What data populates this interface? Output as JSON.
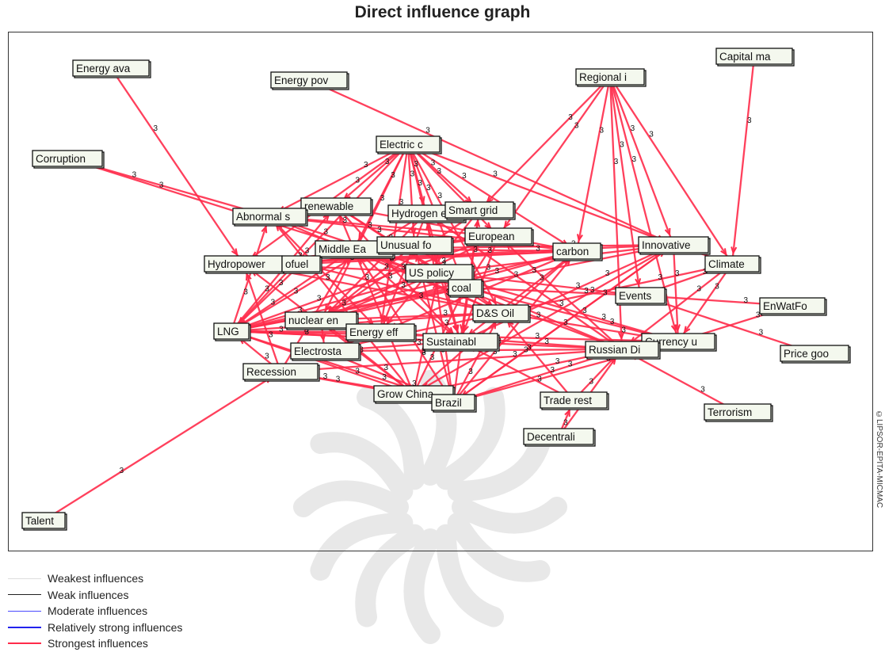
{
  "title": "Direct influence graph",
  "copyright": "©LIPSOR-EPITA-MICMAC",
  "edge_weight_label": "3",
  "colors": {
    "edge": "#ff2b4a",
    "node_fill": "#f4f8ee",
    "node_border": "#111111"
  },
  "legend": [
    {
      "label": "Weakest influences",
      "color": "#dddddd",
      "thickness": 1
    },
    {
      "label": "Weak influences",
      "color": "#222222",
      "thickness": 1
    },
    {
      "label": "Moderate influences",
      "color": "#4a4aff",
      "thickness": 1
    },
    {
      "label": "Relatively strong influences",
      "color": "#2222ee",
      "thickness": 2.5
    },
    {
      "label": "Strongest influences",
      "color": "#ff2b4a",
      "thickness": 2.5
    }
  ],
  "nodes": [
    {
      "id": "energy_ava",
      "label": "Energy ava"
    },
    {
      "id": "energy_pov",
      "label": "Energy pov"
    },
    {
      "id": "regional_i",
      "label": "Regional i"
    },
    {
      "id": "capital_ma",
      "label": "Capital ma"
    },
    {
      "id": "corruption",
      "label": "Corruption"
    },
    {
      "id": "electric_c",
      "label": "Electric c"
    },
    {
      "id": "renewable",
      "label": "renewable"
    },
    {
      "id": "abnormal_s",
      "label": "Abnormal s"
    },
    {
      "id": "hydrogen_e",
      "label": "Hydrogen e"
    },
    {
      "id": "smart_grid",
      "label": "Smart grid"
    },
    {
      "id": "european",
      "label": "European"
    },
    {
      "id": "middle_ea",
      "label": "Middle Ea"
    },
    {
      "id": "unusual_fo",
      "label": "Unusual fo"
    },
    {
      "id": "hydropower",
      "label": "Hydropower"
    },
    {
      "id": "biofuel",
      "label": "ofuel"
    },
    {
      "id": "carbon",
      "label": "carbon"
    },
    {
      "id": "innovative",
      "label": "Innovative"
    },
    {
      "id": "climate",
      "label": "Climate"
    },
    {
      "id": "us_policy",
      "label": "US policy"
    },
    {
      "id": "coal",
      "label": "coal"
    },
    {
      "id": "events",
      "label": "Events"
    },
    {
      "id": "enwatfo",
      "label": "EnWatFo"
    },
    {
      "id": "lng",
      "label": "LNG"
    },
    {
      "id": "nuclear_en",
      "label": "nuclear en"
    },
    {
      "id": "ds_oil",
      "label": "D&S Oil"
    },
    {
      "id": "energy_eff",
      "label": "Energy eff"
    },
    {
      "id": "currency_u",
      "label": "Currency u"
    },
    {
      "id": "sustainabl",
      "label": "Sustainabl"
    },
    {
      "id": "electrosta",
      "label": "Electrosta"
    },
    {
      "id": "russian_di",
      "label": "Russian Di"
    },
    {
      "id": "price_goo",
      "label": "Price goo"
    },
    {
      "id": "recession",
      "label": "Recession"
    },
    {
      "id": "trade_rest",
      "label": "Trade rest"
    },
    {
      "id": "grow_china",
      "label": "Grow China"
    },
    {
      "id": "brazil",
      "label": "Brazil"
    },
    {
      "id": "terrorism",
      "label": "Terrorism"
    },
    {
      "id": "decentrali",
      "label": "Decentrali"
    },
    {
      "id": "talent",
      "label": "Talent"
    }
  ],
  "edges": [
    [
      "energy_ava",
      "hydropower"
    ],
    [
      "energy_pov",
      "innovative"
    ],
    [
      "corruption",
      "abnormal_s"
    ],
    [
      "corruption",
      "middle_ea"
    ],
    [
      "capital_ma",
      "climate"
    ],
    [
      "regional_i",
      "innovative"
    ],
    [
      "regional_i",
      "climate"
    ],
    [
      "regional_i",
      "russian_di"
    ],
    [
      "regional_i",
      "currency_u"
    ],
    [
      "regional_i",
      "european"
    ],
    [
      "regional_i",
      "carbon"
    ],
    [
      "regional_i",
      "smart_grid"
    ],
    [
      "regional_i",
      "events"
    ],
    [
      "electric_c",
      "abnormal_s"
    ],
    [
      "electric_c",
      "renewable"
    ],
    [
      "electric_c",
      "hydrogen_e"
    ],
    [
      "electric_c",
      "smart_grid"
    ],
    [
      "electric_c",
      "european"
    ],
    [
      "electric_c",
      "middle_ea"
    ],
    [
      "electric_c",
      "unusual_fo"
    ],
    [
      "electric_c",
      "us_policy"
    ],
    [
      "electric_c",
      "coal"
    ],
    [
      "electric_c",
      "hydropower"
    ],
    [
      "electric_c",
      "lng"
    ],
    [
      "electric_c",
      "carbon"
    ],
    [
      "electric_c",
      "innovative"
    ],
    [
      "electric_c",
      "nuclear_en"
    ],
    [
      "electric_c",
      "energy_eff"
    ],
    [
      "electric_c",
      "ds_oil"
    ],
    [
      "innovative",
      "hydropower"
    ],
    [
      "innovative",
      "lng"
    ],
    [
      "innovative",
      "middle_ea"
    ],
    [
      "innovative",
      "us_policy"
    ],
    [
      "innovative",
      "sustainabl"
    ],
    [
      "innovative",
      "climate"
    ],
    [
      "innovative",
      "currency_u"
    ],
    [
      "innovative",
      "grow_china"
    ],
    [
      "innovative",
      "brazil"
    ],
    [
      "climate",
      "russian_di"
    ],
    [
      "climate",
      "currency_u"
    ],
    [
      "climate",
      "events"
    ],
    [
      "climate",
      "ds_oil"
    ],
    [
      "enwatfo",
      "events"
    ],
    [
      "enwatfo",
      "currency_u"
    ],
    [
      "price_goo",
      "events"
    ],
    [
      "terrorism",
      "russian_di"
    ],
    [
      "decentrali",
      "russian_di"
    ],
    [
      "decentrali",
      "trade_rest"
    ],
    [
      "trade_rest",
      "russian_di"
    ],
    [
      "trade_rest",
      "sustainabl"
    ],
    [
      "trade_rest",
      "ds_oil"
    ],
    [
      "russian_di",
      "lng"
    ],
    [
      "russian_di",
      "recession"
    ],
    [
      "russian_di",
      "us_policy"
    ],
    [
      "russian_di",
      "middle_ea"
    ],
    [
      "russian_di",
      "brazil"
    ],
    [
      "russian_di",
      "grow_china"
    ],
    [
      "russian_di",
      "electrosta"
    ],
    [
      "russian_di",
      "energy_eff"
    ],
    [
      "russian_di",
      "european"
    ],
    [
      "russian_di",
      "hydrogen_e"
    ],
    [
      "currency_u",
      "coal"
    ],
    [
      "currency_u",
      "us_policy"
    ],
    [
      "currency_u",
      "ds_oil"
    ],
    [
      "currency_u",
      "lng"
    ],
    [
      "currency_u",
      "brazil"
    ],
    [
      "events",
      "us_policy"
    ],
    [
      "events",
      "coal"
    ],
    [
      "talent",
      "recession"
    ],
    [
      "recession",
      "hydropower"
    ],
    [
      "recession",
      "lng"
    ],
    [
      "recession",
      "grow_china"
    ],
    [
      "recession",
      "brazil"
    ],
    [
      "recession",
      "middle_ea"
    ],
    [
      "grow_china",
      "lng"
    ],
    [
      "grow_china",
      "nuclear_en"
    ],
    [
      "grow_china",
      "renewable"
    ],
    [
      "grow_china",
      "us_policy"
    ],
    [
      "grow_china",
      "coal"
    ],
    [
      "grow_china",
      "carbon"
    ],
    [
      "grow_china",
      "hydropower"
    ],
    [
      "grow_china",
      "abnormal_s"
    ],
    [
      "brazil",
      "lng"
    ],
    [
      "brazil",
      "ds_oil"
    ],
    [
      "brazil",
      "unusual_fo"
    ],
    [
      "brazil",
      "middle_ea"
    ],
    [
      "brazil",
      "innovative"
    ],
    [
      "brazil",
      "carbon"
    ],
    [
      "brazil",
      "electrosta"
    ],
    [
      "brazil",
      "hydrogen_e"
    ],
    [
      "brazil",
      "smart_grid"
    ],
    [
      "lng",
      "abnormal_s"
    ],
    [
      "lng",
      "renewable"
    ],
    [
      "lng",
      "middle_ea"
    ],
    [
      "lng",
      "us_policy"
    ],
    [
      "lng",
      "hydrogen_e"
    ],
    [
      "lng",
      "european"
    ],
    [
      "lng",
      "coal"
    ],
    [
      "lng",
      "ds_oil"
    ],
    [
      "lng",
      "energy_eff"
    ],
    [
      "lng",
      "sustainabl"
    ],
    [
      "lng",
      "carbon"
    ],
    [
      "hydropower",
      "european"
    ],
    [
      "hydropower",
      "unusual_fo"
    ],
    [
      "hydropower",
      "carbon"
    ],
    [
      "hydropower",
      "us_policy"
    ],
    [
      "hydropower",
      "ds_oil"
    ],
    [
      "abnormal_s",
      "carbon"
    ],
    [
      "abnormal_s",
      "european"
    ],
    [
      "abnormal_s",
      "us_policy"
    ],
    [
      "abnormal_s",
      "energy_eff"
    ],
    [
      "abnormal_s",
      "ds_oil"
    ],
    [
      "renewable",
      "carbon"
    ],
    [
      "renewable",
      "sustainabl"
    ],
    [
      "renewable",
      "coal"
    ],
    [
      "renewable",
      "ds_oil"
    ],
    [
      "middle_ea",
      "ds_oil"
    ],
    [
      "middle_ea",
      "carbon"
    ],
    [
      "middle_ea",
      "sustainabl"
    ],
    [
      "middle_ea",
      "coal"
    ],
    [
      "hydrogen_e",
      "nuclear_en"
    ],
    [
      "hydrogen_e",
      "sustainabl"
    ],
    [
      "hydrogen_e",
      "energy_eff"
    ],
    [
      "smart_grid",
      "nuclear_en"
    ],
    [
      "smart_grid",
      "energy_eff"
    ],
    [
      "smart_grid",
      "sustainabl"
    ],
    [
      "european",
      "nuclear_en"
    ],
    [
      "european",
      "sustainabl"
    ],
    [
      "european",
      "coal"
    ],
    [
      "unusual_fo",
      "ds_oil"
    ],
    [
      "unusual_fo",
      "nuclear_en"
    ],
    [
      "us_policy",
      "nuclear_en"
    ],
    [
      "us_policy",
      "sustainabl"
    ],
    [
      "coal",
      "nuclear_en"
    ],
    [
      "carbon",
      "energy_eff"
    ],
    [
      "carbon",
      "nuclear_en"
    ],
    [
      "carbon",
      "sustainabl"
    ],
    [
      "ds_oil",
      "nuclear_en"
    ],
    [
      "ds_oil",
      "electrosta"
    ],
    [
      "sustainabl",
      "electrosta"
    ],
    [
      "energy_eff",
      "electrosta"
    ],
    [
      "nuclear_en",
      "electrosta"
    ],
    [
      "biofuel",
      "carbon"
    ],
    [
      "biofuel",
      "european"
    ],
    [
      "biofuel",
      "lng"
    ],
    [
      "biofuel",
      "ds_oil"
    ]
  ]
}
